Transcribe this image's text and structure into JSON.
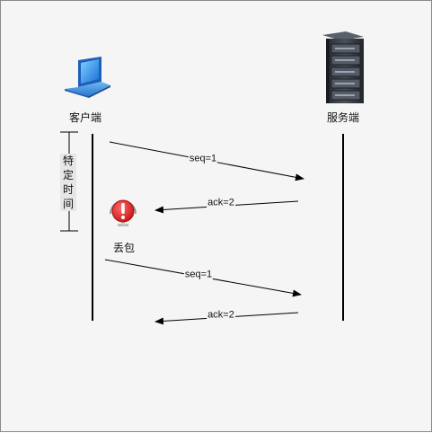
{
  "client": {
    "label": "客户端",
    "icon": "laptop-icon"
  },
  "server": {
    "label": "服务端",
    "icon": "server-rack-icon"
  },
  "timer": {
    "label": "特定时间"
  },
  "loss": {
    "label": "丢包",
    "icon": "error-alert-icon"
  },
  "messages": [
    {
      "text": "seq=1",
      "direction": "client-to-server"
    },
    {
      "text": "ack=2",
      "direction": "server-to-client"
    },
    {
      "text": "seq=1",
      "direction": "client-to-server"
    },
    {
      "text": "ack=2",
      "direction": "server-to-client"
    }
  ],
  "colors": {
    "background": "#f5f5f5",
    "line": "#000000",
    "error": "#e02424"
  }
}
